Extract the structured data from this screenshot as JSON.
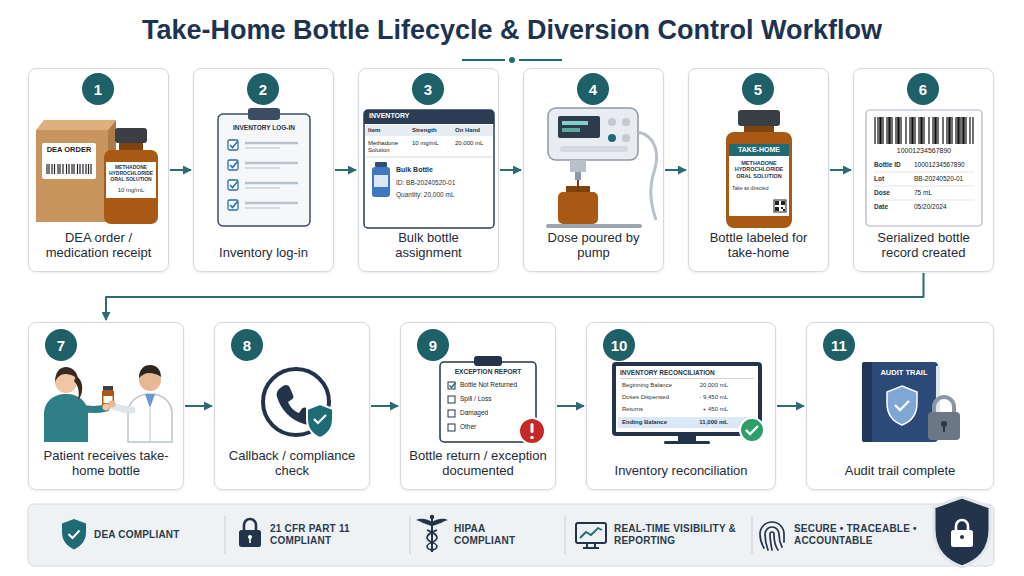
{
  "diagram": {
    "title": "Take-Home Bottle Lifecycle & Diversion Control Workflow",
    "nodes": [
      {
        "text": [
          "DEA order / medication receipt"
        ]
      },
      {
        "text": [
          "1"
        ],
        "in": 0
      },
      {
        "text": [
          "Inventory log-in"
        ]
      },
      {
        "text": [
          "2"
        ],
        "in": 2
      },
      {
        "text": [
          "Bulk bottle assignment"
        ]
      },
      {
        "text": [
          "3"
        ],
        "in": 4
      },
      {
        "text": [
          "Dose poured by pump"
        ]
      },
      {
        "text": [
          "4"
        ],
        "in": 6
      },
      {
        "text": [
          "Bottle labeled for take-home"
        ]
      },
      {
        "text": [
          "5"
        ],
        "in": 8
      },
      {
        "text": [
          "Serialized bottle record created"
        ]
      },
      {
        "text": [
          "6"
        ],
        "in": 10
      },
      {
        "text": [
          "Patient receives take-home bottle"
        ]
      },
      {
        "text": [
          "7"
        ],
        "in": 12
      },
      {
        "text": [
          "Callback / compliance check"
        ]
      },
      {
        "text": [
          "8"
        ],
        "in": 14
      },
      {
        "text": [
          "Bottle return / exception documented"
        ]
      },
      {
        "text": [
          "9"
        ],
        "in": 16
      },
      {
        "text": [
          "Inventory reconciliation"
        ]
      },
      {
        "text": [
          "10"
        ],
        "in": 18
      },
      {
        "text": [
          "Audit trail complete"
        ]
      },
      {
        "text": [
          "11"
        ],
        "in": 20
      },
      {
        "text": [
          "DEA COMPLIANT",
          "21 CFR PART 11 COMPLIANT",
          "HIPAA COMPLIANT",
          "REAL-TIME VISIBILITY & REPORTING",
          "SECURE • TRACEABLE • ACCOUNTABLE"
        ]
      }
    ],
    "edges": [
      {
        "from": 0,
        "to": 2,
        "arrow": "to"
      },
      {
        "from": 2,
        "to": 4,
        "arrow": "to"
      },
      {
        "from": 4,
        "to": 6,
        "arrow": "to"
      },
      {
        "from": 6,
        "to": 8,
        "arrow": "to"
      },
      {
        "from": 8,
        "to": 10,
        "arrow": "to"
      },
      {
        "from": 10,
        "to": 12,
        "arrow": "to"
      },
      {
        "from": 12,
        "to": 14,
        "arrow": "to"
      },
      {
        "from": 14,
        "to": 16,
        "arrow": "to"
      },
      {
        "from": 16,
        "to": 18,
        "arrow": "to"
      },
      {
        "from": 18,
        "to": 20,
        "arrow": "to"
      }
    ],
    "labels": [
      "DEA ORDER",
      "METHADONE HYDROCHLORIDE ORAL SOLUTION",
      "10 mg/mL",
      "INVENTORY LOG-IN",
      "INVENTORY",
      "Item",
      "Strength",
      "On Hand",
      "Methadone Solution",
      "10 mg/mL",
      "20,000 mL",
      "Bulk Bottle",
      "ID: BB-20240520-01",
      "Quantity: 20,000 mL",
      "TAKE-HOME",
      "METHADONE HYDROCHLORIDE ORAL SOLUTION",
      "Take as directed",
      "10001234567890",
      "Bottle ID",
      "10001234567890",
      "Lot",
      "BB-20240520-01",
      "Dose",
      "75 mL",
      "Date",
      "05/20/2024",
      "EXCEPTION REPORT",
      "Bottle Not Returned",
      "Spill / Loss",
      "Damaged",
      "Other",
      "INVENTORY RECONCILIATION",
      "Beginning Balance",
      "20,000 mL",
      "Doses Dispensed",
      "- 9,450 mL",
      "Returns",
      "+ 450 mL",
      "Ending Balance",
      "11,000 mL",
      "AUDIT TRAIL"
    ]
  }
}
